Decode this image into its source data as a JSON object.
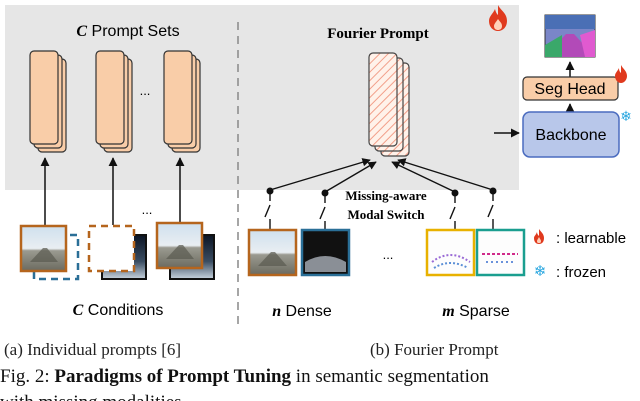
{
  "panel_a": {
    "title_var": "C",
    "title_rest": " Prompt Sets",
    "ellipsis_prompts": "...",
    "ellipsis_images": "...",
    "conditions_var": "C",
    "conditions_rest": " Conditions",
    "subcaption": "(a) Individual prompts [6]"
  },
  "panel_b": {
    "title": "Fourier Prompt",
    "switch_line1": "Missing-aware",
    "switch_line2": "Modal Switch",
    "ellipsis": "...",
    "dense_var": "n",
    "dense_rest": " Dense",
    "sparse_var": "m",
    "sparse_rest": " Sparse",
    "subcaption": "(b) Fourier Prompt"
  },
  "model": {
    "seg_head": "Seg Head",
    "backbone": "Backbone"
  },
  "legend": {
    "learnable": ": learnable",
    "frozen": ": frozen"
  },
  "caption": {
    "prefix": "Fig. 2: ",
    "bold": "Paradigms of Prompt Tuning",
    "rest": " in semantic segmentation",
    "line2": "with missing modalities."
  },
  "colors": {
    "panel_bg": "#e6e6e6",
    "prompt_fill": "#f9cda8",
    "prompt_stroke": "#333333",
    "camera_border": "#b5651d",
    "event_border": "#2a6f97",
    "backbone_fill": "#b8c7ea",
    "backbone_stroke": "#4a6bbf",
    "seghead_fill": "#f9cda8",
    "fire": "#e03a1e",
    "snow": "#2aa7e0"
  }
}
